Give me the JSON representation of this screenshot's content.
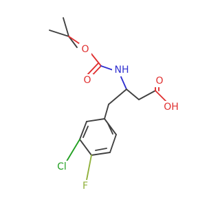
{
  "molecule": {
    "atoms": {
      "o_ether": {
        "label": "O",
        "color": "#e03030"
      },
      "o_carbonyl": {
        "label": "O",
        "color": "#e03030"
      },
      "nh": {
        "label": "NH",
        "color": "#3030d0"
      },
      "o_acid": {
        "label": "O",
        "color": "#e03030"
      },
      "oh": {
        "label": "OH",
        "color": "#e03030"
      },
      "cl": {
        "label": "Cl",
        "color": "#22a022"
      },
      "f": {
        "label": "F",
        "color": "#8fb03a"
      }
    }
  }
}
